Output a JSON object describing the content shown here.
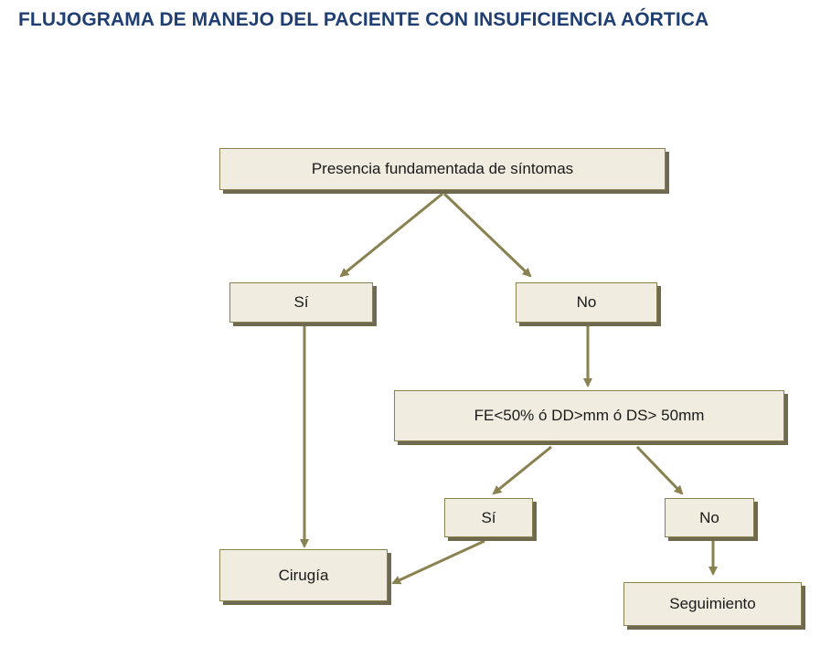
{
  "title": "FLUJOGRAMA DE MANEJO DEL PACIENTE CON INSUFICIENCIA AÓRTICA",
  "colors": {
    "title": "#1f3f73",
    "node_fill": "#f0ecdf",
    "node_border": "#8a8150",
    "node_shadow": "#6f6a4f",
    "connector": "#8a8150"
  },
  "nodes": {
    "symptoms": "Presencia fundamentada de síntomas",
    "yes_1": "Sí",
    "no_1": "No",
    "criteria": "FE<50% ó DD>mm ó DS> 50mm",
    "yes_2": "Sí",
    "no_2": "No",
    "surgery": "Cirugía",
    "followup": "Seguimiento"
  }
}
